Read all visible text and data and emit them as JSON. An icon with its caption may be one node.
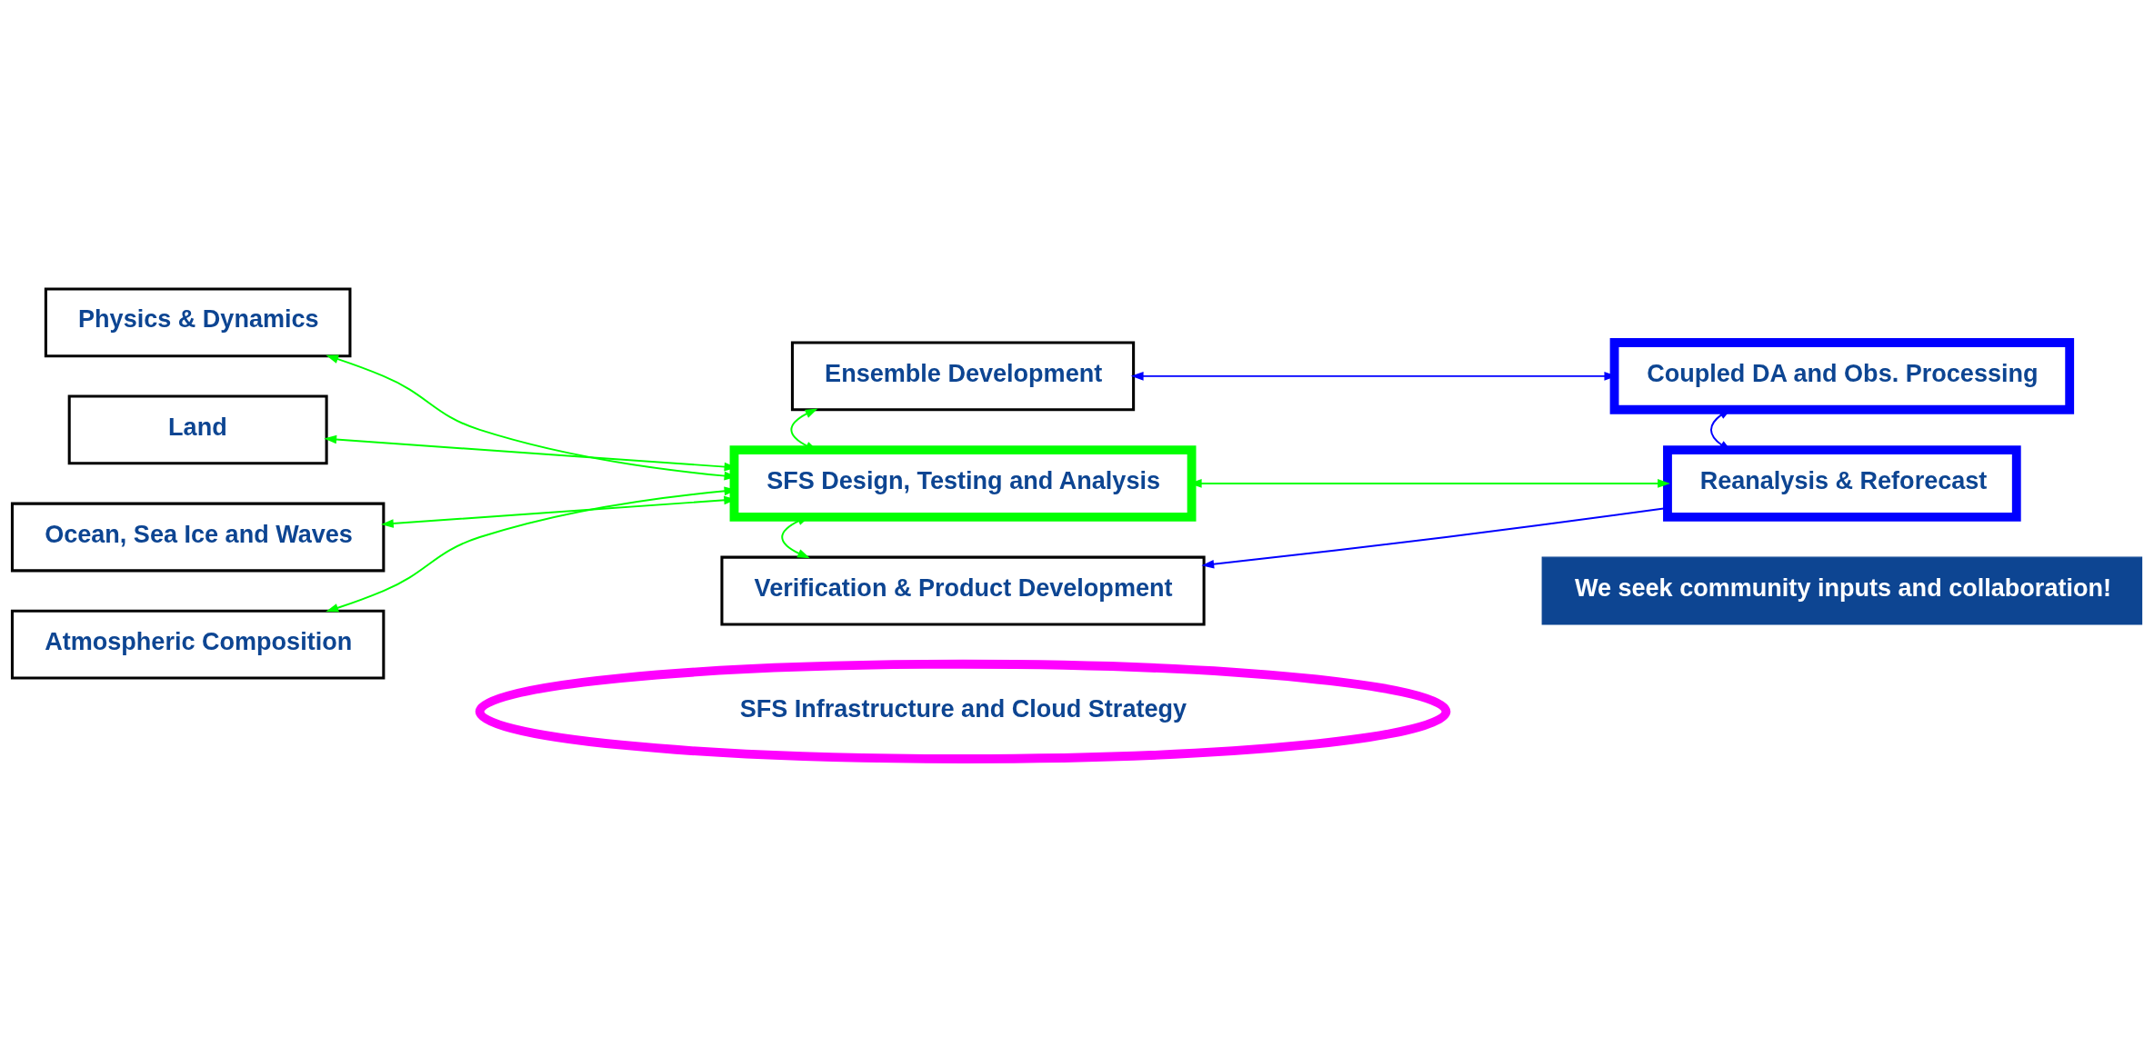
{
  "diagram": {
    "nodes": [
      {
        "text": [
          "Physics & Dynamics"
        ]
      },
      {
        "text": [
          "Ensemble Development"
        ]
      },
      {
        "text": [
          "Coupled DA and Obs. Processing"
        ]
      },
      {
        "text": [
          "Land"
        ]
      },
      {
        "text": [
          "SFS Design, Testing and Analysis"
        ]
      },
      {
        "text": [
          "Reanalysis & Reforecast"
        ]
      },
      {
        "text": [
          "Ocean, Sea Ice and Waves"
        ]
      },
      {
        "text": [
          "Atmospheric Composition"
        ]
      },
      {
        "text": [
          "Verification & Product Development"
        ]
      },
      {
        "text": [
          "We seek community inputs and collaboration!"
        ]
      },
      {
        "text": [
          "SFS Infrastructure and Cloud Strategy"
        ]
      }
    ],
    "edges": [
      {
        "from": 0,
        "to": 4,
        "arrow": "both"
      },
      {
        "from": 3,
        "to": 4,
        "arrow": "both"
      },
      {
        "from": 6,
        "to": 4,
        "arrow": "both"
      },
      {
        "from": 7,
        "to": 4,
        "arrow": "both"
      },
      {
        "from": 1,
        "to": 4,
        "arrow": "both"
      },
      {
        "from": 4,
        "to": 8,
        "arrow": "both"
      },
      {
        "from": 4,
        "to": 5,
        "arrow": "both"
      },
      {
        "from": 1,
        "to": 2,
        "arrow": "both",
        "color": "#0000ff"
      },
      {
        "from": 2,
        "to": 5,
        "arrow": "both",
        "color": "#0000ff"
      },
      {
        "from": 5,
        "to": 8,
        "arrow": "to",
        "color": "#0000ff"
      }
    ]
  }
}
